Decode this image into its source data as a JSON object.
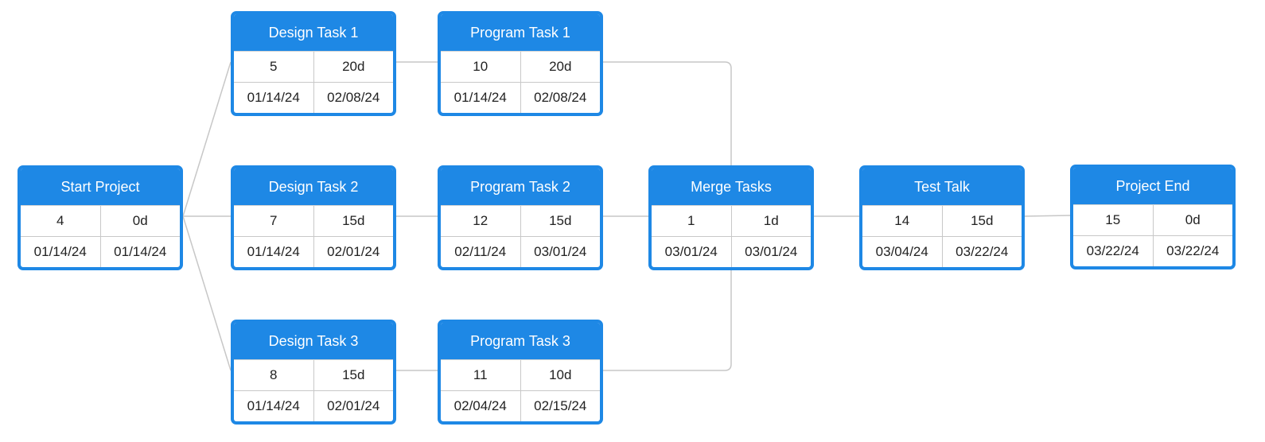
{
  "colors": {
    "node_accent": "#1e88e5",
    "connector": "#c7c7c7",
    "cell_divider": "#c8c8c8",
    "text": "#222222"
  },
  "nodes": [
    {
      "id": "start",
      "title": "Start Project",
      "number": "4",
      "duration": "0d",
      "start": "01/14/24",
      "end": "01/14/24"
    },
    {
      "id": "design1",
      "title": "Design Task 1",
      "number": "5",
      "duration": "20d",
      "start": "01/14/24",
      "end": "02/08/24"
    },
    {
      "id": "design2",
      "title": "Design Task 2",
      "number": "7",
      "duration": "15d",
      "start": "01/14/24",
      "end": "02/01/24"
    },
    {
      "id": "design3",
      "title": "Design Task 3",
      "number": "8",
      "duration": "15d",
      "start": "01/14/24",
      "end": "02/01/24"
    },
    {
      "id": "program1",
      "title": "Program Task 1",
      "number": "10",
      "duration": "20d",
      "start": "01/14/24",
      "end": "02/08/24"
    },
    {
      "id": "program2",
      "title": "Program Task 2",
      "number": "12",
      "duration": "15d",
      "start": "02/11/24",
      "end": "03/01/24"
    },
    {
      "id": "program3",
      "title": "Program Task 3",
      "number": "11",
      "duration": "10d",
      "start": "02/04/24",
      "end": "02/15/24"
    },
    {
      "id": "merge",
      "title": "Merge Tasks",
      "number": "1",
      "duration": "1d",
      "start": "03/01/24",
      "end": "03/01/24"
    },
    {
      "id": "test",
      "title": "Test Talk",
      "number": "14",
      "duration": "15d",
      "start": "03/04/24",
      "end": "03/22/24"
    },
    {
      "id": "end",
      "title": "Project End",
      "number": "15",
      "duration": "0d",
      "start": "03/22/24",
      "end": "03/22/24"
    }
  ],
  "links": [
    {
      "from": "start",
      "to": "design1"
    },
    {
      "from": "start",
      "to": "design2"
    },
    {
      "from": "start",
      "to": "design3"
    },
    {
      "from": "design1",
      "to": "program1"
    },
    {
      "from": "design2",
      "to": "program2"
    },
    {
      "from": "design3",
      "to": "program3"
    },
    {
      "from": "program1",
      "to": "merge"
    },
    {
      "from": "program2",
      "to": "merge"
    },
    {
      "from": "program3",
      "to": "merge"
    },
    {
      "from": "merge",
      "to": "test"
    },
    {
      "from": "test",
      "to": "end"
    }
  ]
}
